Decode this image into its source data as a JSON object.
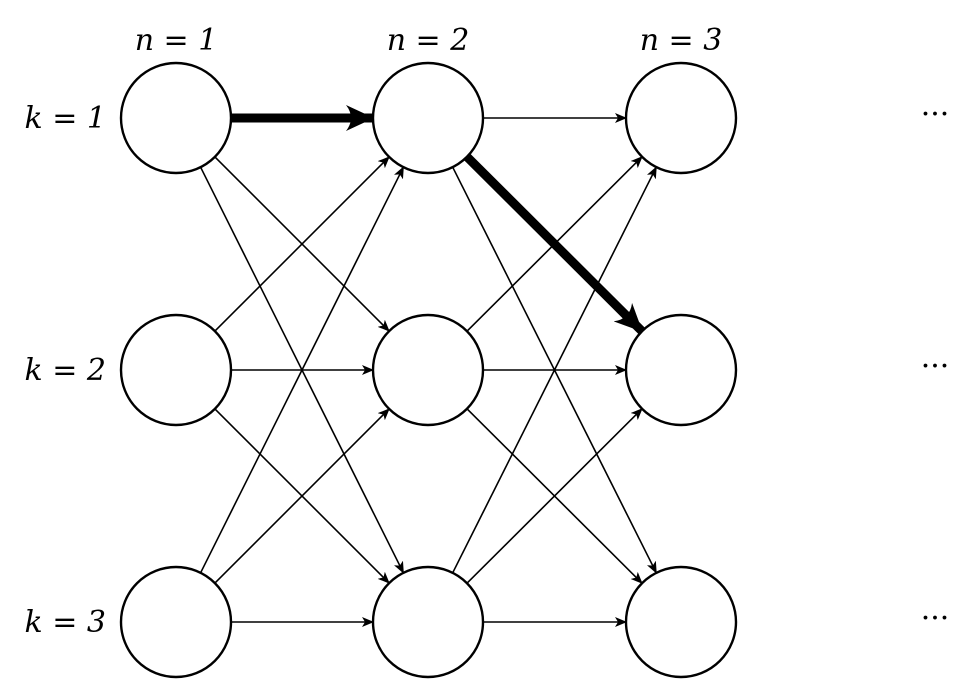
{
  "diagram": {
    "column_labels": [
      "n = 1",
      "n = 2",
      "n = 3"
    ],
    "row_labels": [
      "k = 1",
      "k = 2",
      "k = 3"
    ],
    "continuation": [
      "···",
      "···",
      "···"
    ],
    "nodes": [
      {
        "id": "n1k1",
        "n": 1,
        "k": 1
      },
      {
        "id": "n1k2",
        "n": 1,
        "k": 2
      },
      {
        "id": "n1k3",
        "n": 1,
        "k": 3
      },
      {
        "id": "n2k1",
        "n": 2,
        "k": 1
      },
      {
        "id": "n2k2",
        "n": 2,
        "k": 2
      },
      {
        "id": "n2k3",
        "n": 2,
        "k": 3
      },
      {
        "id": "n3k1",
        "n": 3,
        "k": 1
      },
      {
        "id": "n3k2",
        "n": 3,
        "k": 2
      },
      {
        "id": "n3k3",
        "n": 3,
        "k": 3
      }
    ],
    "edges": [
      {
        "from": "n1k1",
        "to": "n2k1",
        "highlight": true
      },
      {
        "from": "n1k1",
        "to": "n2k2",
        "highlight": false
      },
      {
        "from": "n1k1",
        "to": "n2k3",
        "highlight": false
      },
      {
        "from": "n1k2",
        "to": "n2k1",
        "highlight": false
      },
      {
        "from": "n1k2",
        "to": "n2k2",
        "highlight": false
      },
      {
        "from": "n1k2",
        "to": "n2k3",
        "highlight": false
      },
      {
        "from": "n1k3",
        "to": "n2k1",
        "highlight": false
      },
      {
        "from": "n1k3",
        "to": "n2k2",
        "highlight": false
      },
      {
        "from": "n1k3",
        "to": "n2k3",
        "highlight": false
      },
      {
        "from": "n2k1",
        "to": "n3k1",
        "highlight": false
      },
      {
        "from": "n2k1",
        "to": "n3k2",
        "highlight": true
      },
      {
        "from": "n2k1",
        "to": "n3k3",
        "highlight": false
      },
      {
        "from": "n2k2",
        "to": "n3k1",
        "highlight": false
      },
      {
        "from": "n2k2",
        "to": "n3k2",
        "highlight": false
      },
      {
        "from": "n2k2",
        "to": "n3k3",
        "highlight": false
      },
      {
        "from": "n2k3",
        "to": "n3k1",
        "highlight": false
      },
      {
        "from": "n2k3",
        "to": "n3k2",
        "highlight": false
      },
      {
        "from": "n2k3",
        "to": "n3k3",
        "highlight": false
      }
    ]
  }
}
